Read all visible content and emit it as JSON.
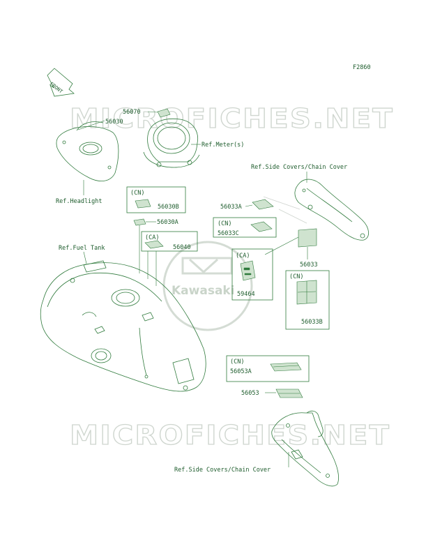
{
  "figure_code": "F2860",
  "front_arrow": "FRONT",
  "watermark": "MICROFICHES.NET",
  "logo_text": "Kawasaki",
  "labels": {
    "p56070": "56070",
    "p56030": "56030",
    "ref_meter": "Ref.Meter(s)",
    "ref_headlight": "Ref.Headlight",
    "ref_side_top": "Ref.Side Covers/Chain Cover",
    "cn_56030b_tag": "(CN)",
    "p56030b": "56030B",
    "p56030a": "56030A",
    "ca_56040_tag": "(CA)",
    "p56040": "56040",
    "ref_fuel_tank": "Ref.Fuel Tank",
    "p56033a": "56033A",
    "cn_56033c_tag": "(CN)",
    "p56033c": "56033C",
    "ca_59464_tag": "(CA)",
    "p59464": "59464",
    "p56033": "56033",
    "cn_56033b_tag": "(CN)",
    "p56033b": "56033B",
    "cn_56053a_tag": "(CN)",
    "p56053a": "56053A",
    "p56053": "56053",
    "ref_side_bottom": "Ref.Side Covers/Chain Cover"
  },
  "colors": {
    "line": "#2f7a3c",
    "text": "#1d5c2c",
    "watermark": "#cfd6cf",
    "background": "#ffffff"
  }
}
